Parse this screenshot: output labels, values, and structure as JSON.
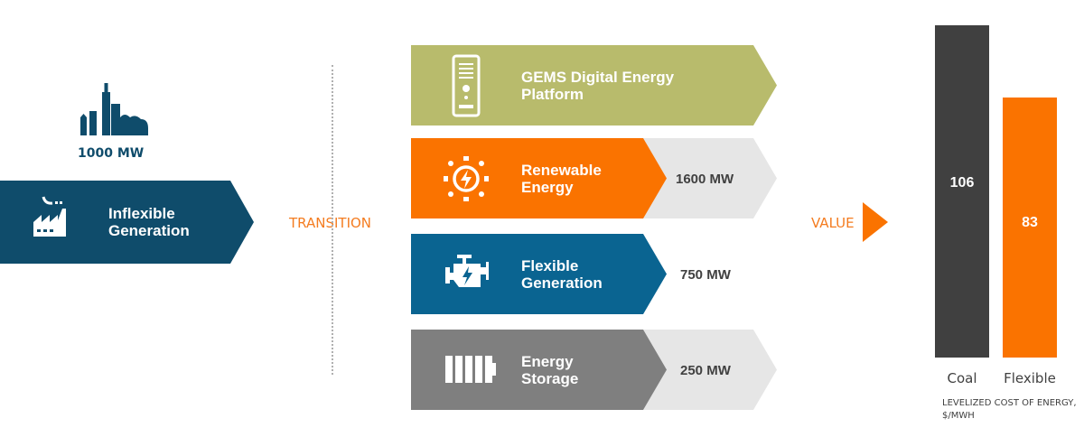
{
  "current": {
    "capacity": "1000 MW",
    "label_line1": "Inflexible",
    "label_line2": "Generation"
  },
  "transition_label": "TRANSITION",
  "items": [
    {
      "line1": "GEMS Digital Energy",
      "line2": "Platform",
      "value": "",
      "color": "#b8bb6c"
    },
    {
      "line1": "Renewable",
      "line2": "Energy",
      "value": "1600 MW",
      "color": "#fa7300"
    },
    {
      "line1": "Flexible",
      "line2": "Generation",
      "value": "750 MW",
      "color": "#0a6491"
    },
    {
      "line1": "Energy",
      "line2": "Storage",
      "value": "250 MW",
      "color": "#7f7f7f"
    }
  ],
  "value_label": "VALUE",
  "chart_data": {
    "type": "bar",
    "categories": [
      "Coal",
      "Flexible"
    ],
    "values": [
      106,
      83
    ],
    "value_labels": [
      "106",
      "83"
    ],
    "colors": [
      "#404040",
      "#fa7300"
    ],
    "xlabel": "",
    "ylabel": "",
    "caption_line1": "LEVELIZED COST OF ENERGY,",
    "caption_line2": "$/MWH",
    "ylim": [
      0,
      106
    ]
  }
}
